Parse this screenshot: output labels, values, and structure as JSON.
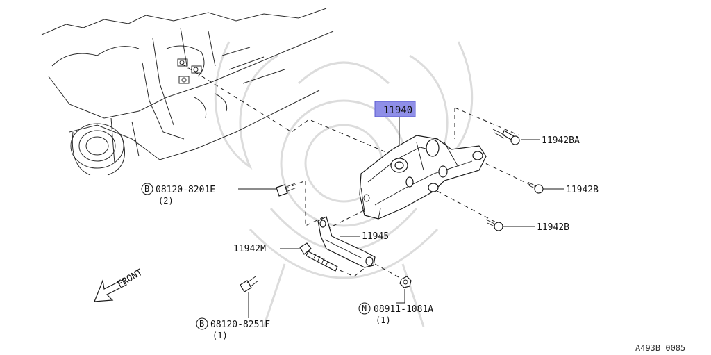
{
  "callouts": {
    "main_bracket": "11940",
    "bolt_top_right": "11942BA",
    "bolt_mid_right": "11942B",
    "bolt_low_right": "11942B",
    "stay": "11945",
    "stud": "11942M",
    "bolt_left_code": "08120-8201E",
    "bolt_left_qty": "(2)",
    "bolt_bottom_code": "08120-8251F",
    "bolt_bottom_qty": "(1)",
    "nut_code": "08911-1081A",
    "nut_qty": "(1)"
  },
  "markers": {
    "bolt": "B",
    "nut": "N"
  },
  "direction": {
    "label": "FRONT",
    "icon": "front-arrow-icon"
  },
  "reference_code": "A493B 0085",
  "colors": {
    "highlight": "#8f8fe8",
    "ink": "#1a1a1a",
    "watermark": "#dcdcdc"
  }
}
